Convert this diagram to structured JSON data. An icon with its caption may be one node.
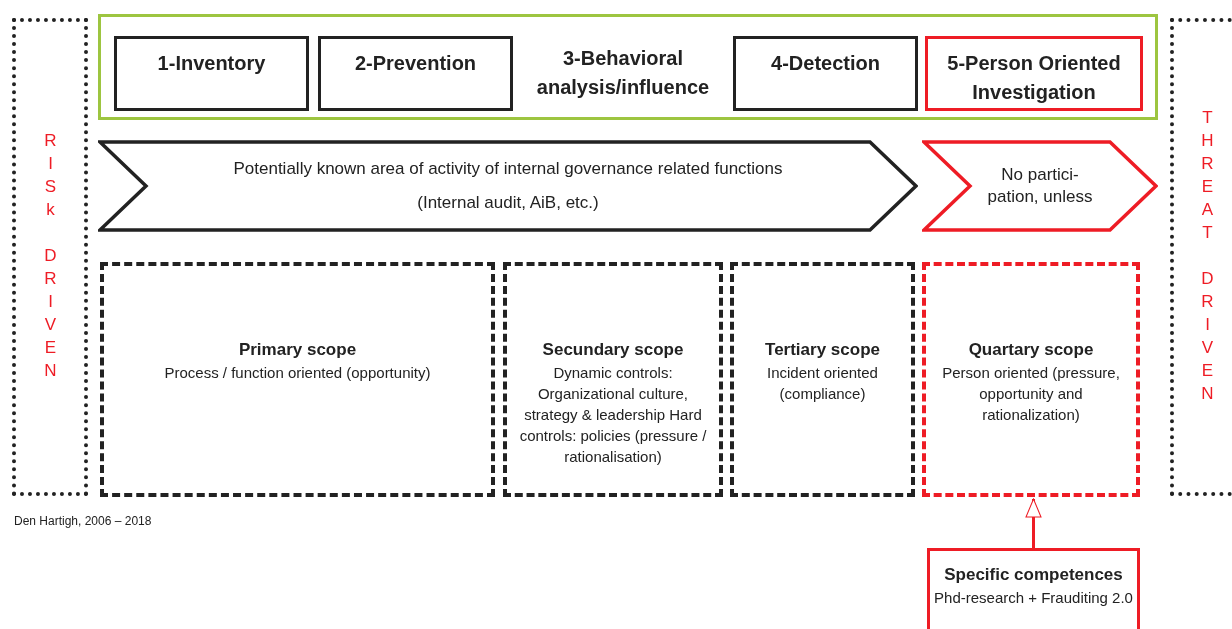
{
  "diagram": {
    "nodes": [
      {
        "text": [
          "RISk DRIVEN"
        ]
      },
      {
        "text": [
          "THREAT DRIVEN"
        ]
      },
      {
        "text": [],
        "shape": "box"
      },
      {
        "text": [
          "1-Inventory"
        ],
        "in": 2
      },
      {
        "text": [
          "2-Prevention"
        ],
        "in": 2
      },
      {
        "text": [
          "3-Behavioral analysis/influence"
        ],
        "in": 2
      },
      {
        "text": [
          "4-Detection"
        ],
        "in": 2
      },
      {
        "text": [
          "5-Person Oriented Investigation"
        ],
        "in": 2
      },
      {
        "text": [
          "Potentially known area of activity of internal governance related functions",
          "(Internal audit, AiB, etc.)"
        ]
      },
      {
        "text": [
          "No partici- pation, unless"
        ]
      },
      {
        "text": [
          "Primary scope",
          "Process / function oriented (opportunity)"
        ]
      },
      {
        "text": [
          "Secundary scope",
          "Dynamic controls: Organizational culture, strategy & leadership Hard controls: policies (pressure / rationalisation)"
        ]
      },
      {
        "text": [
          "Tertiary scope",
          "Incident oriented (compliance)"
        ]
      },
      {
        "text": [
          "Quartary scope",
          "Person oriented (pressure, opportunity and rationalization)"
        ]
      },
      {
        "text": [
          "Specific competences",
          "Phd-research + Frauditing 2.0"
        ]
      }
    ],
    "edges": [
      {
        "from": 14,
        "to": 13,
        "arrow": "to",
        "color": "#ee1c25"
      }
    ],
    "labels": [
      "Den Hartigh, 2006 – 2018"
    ]
  }
}
